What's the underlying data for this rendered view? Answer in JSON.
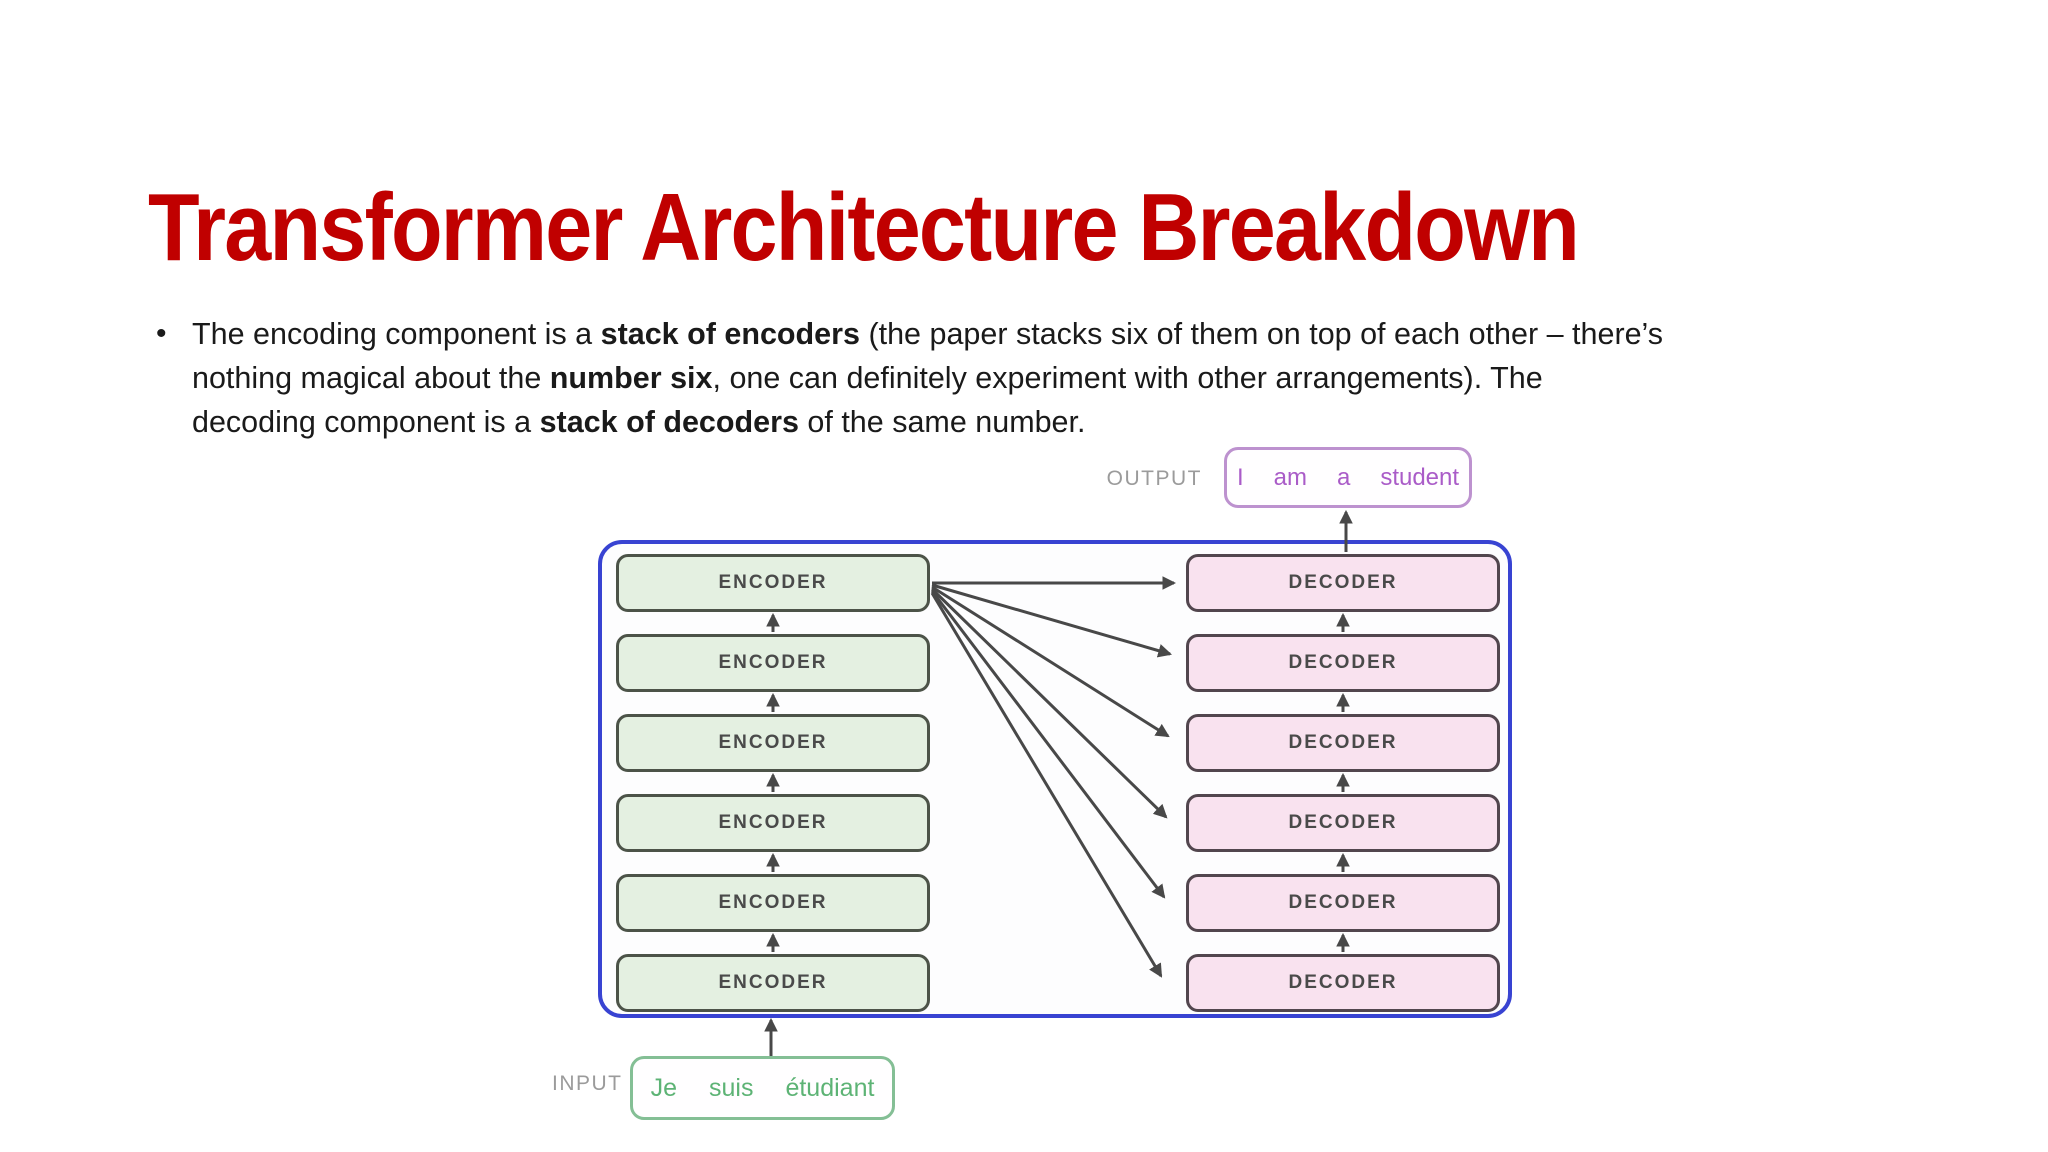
{
  "slide": {
    "title": "Transformer Architecture Breakdown",
    "bullet": {
      "marker": "•",
      "lines": [
        [
          {
            "t": "The encoding component is a "
          },
          {
            "t": "stack of encoders",
            "bold": true
          },
          {
            "t": " (the paper stacks six of them on top of each other – there’s"
          }
        ],
        [
          {
            "t": "nothing magical about the "
          },
          {
            "t": "number six",
            "bold": true
          },
          {
            "t": ", one can definitely experiment with other arrangements). The"
          }
        ],
        [
          {
            "t": "decoding component is a "
          },
          {
            "t": "stack of decoders",
            "bold": true
          },
          {
            "t": " of the same number."
          }
        ]
      ]
    }
  },
  "diagram": {
    "output_label": "OUTPUT",
    "input_label": "INPUT",
    "output_tokens": [
      "I",
      "am",
      "a",
      "student"
    ],
    "input_tokens": [
      "Je",
      "suis",
      "étudiant"
    ],
    "encoders": [
      "ENCODER",
      "ENCODER",
      "ENCODER",
      "ENCODER",
      "ENCODER",
      "ENCODER"
    ],
    "decoders": [
      "DECODER",
      "DECODER",
      "DECODER",
      "DECODER",
      "DECODER",
      "DECODER"
    ],
    "colors": {
      "title_red": "#c00000",
      "container_blue": "#3843d2",
      "encoder_fill": "#e4f0e1",
      "encoder_border": "#4c5348",
      "decoder_fill": "#f9e2ef",
      "decoder_border": "#52464e",
      "output_purple": "#aa5cc8",
      "output_border": "#bd92cf",
      "input_green": "#5db375",
      "input_border": "#84bf95",
      "io_label_gray": "#9b9b9b",
      "arrow_gray": "#484848"
    }
  }
}
